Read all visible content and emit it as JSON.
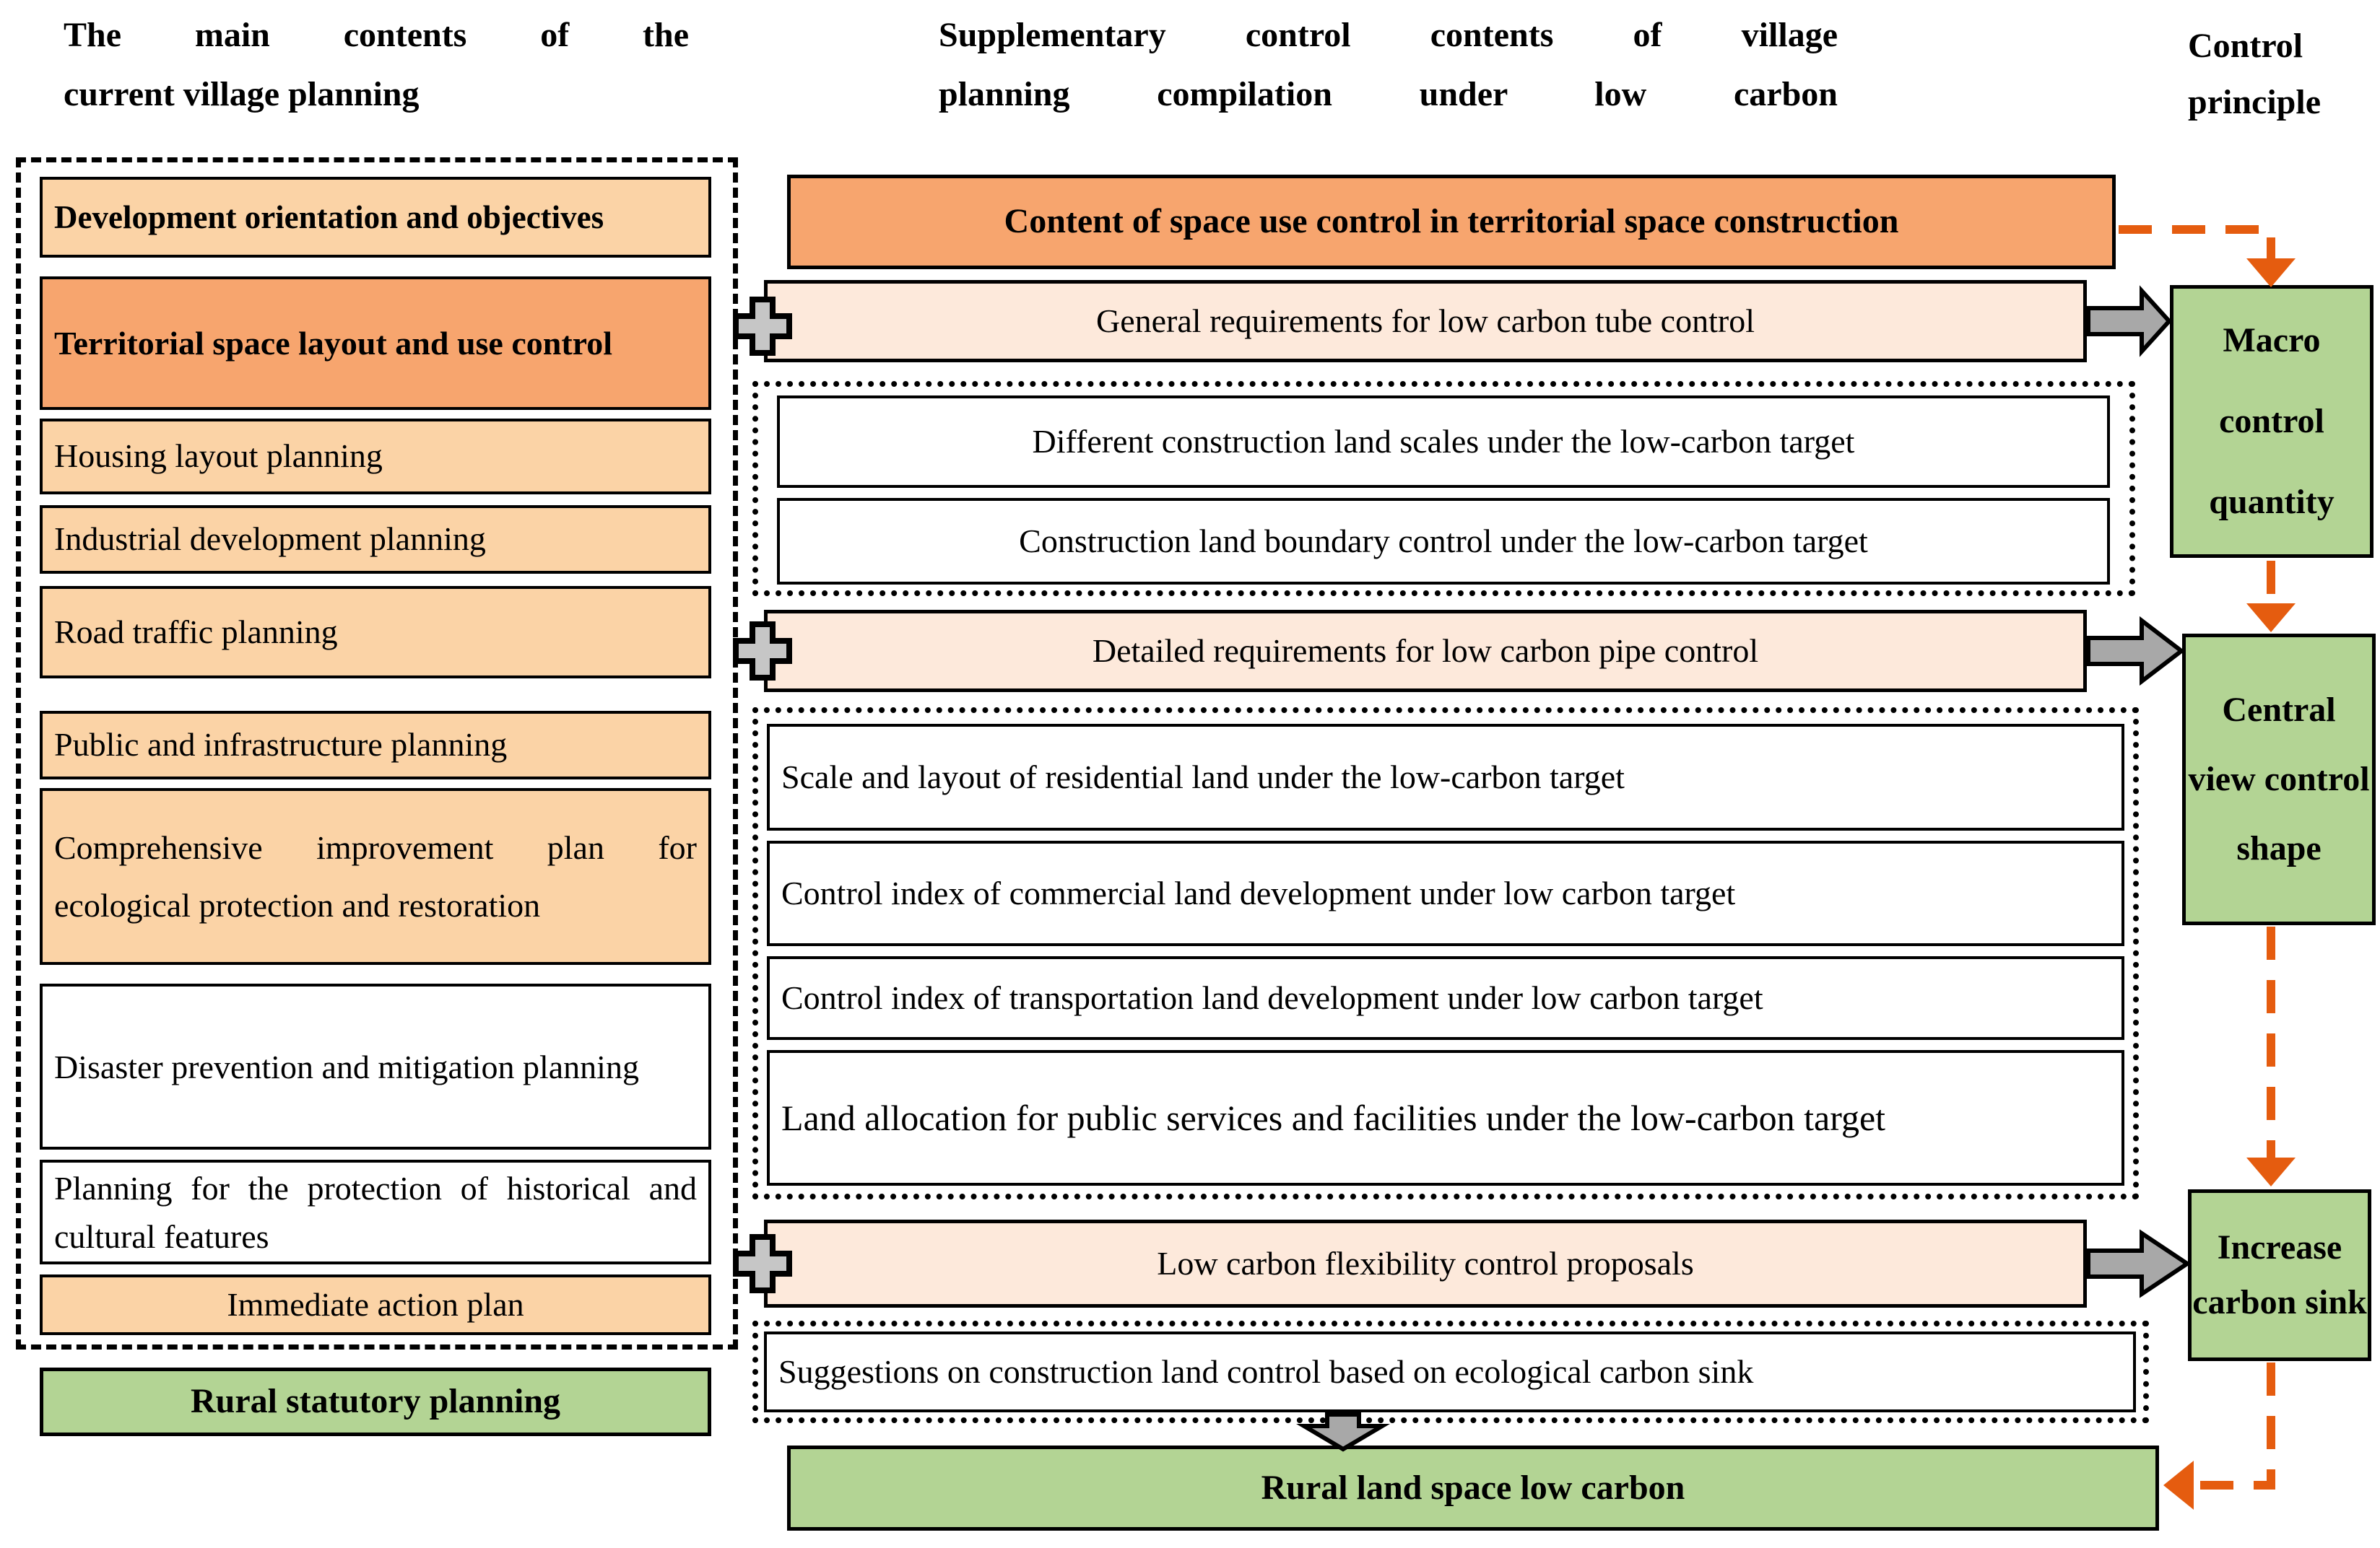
{
  "diagram": {
    "left_column": {
      "title_line1": "The main contents of the",
      "title_line2": "current village planning",
      "boxes": [
        {
          "label": "Development orientation and objectives"
        },
        {
          "label": "Territorial space layout and use control"
        },
        {
          "label": "Housing layout planning"
        },
        {
          "label": "Industrial development planning"
        },
        {
          "label": "Road traffic planning"
        },
        {
          "label": "Public and infrastructure planning"
        },
        {
          "label": "Comprehensive improvement plan for ecological protection and restoration"
        },
        {
          "label": "Disaster prevention and mitigation planning"
        },
        {
          "label": "Planning for the protection of historical and cultural features"
        },
        {
          "label": "Immediate action plan"
        }
      ],
      "footer": "Rural statutory planning"
    },
    "middle_column": {
      "title_line1": "Supplementary control contents of village",
      "title_line2": "planning compilation under low carbon",
      "header": "Content of space use control in territorial space construction",
      "sections": [
        {
          "header": "General requirements for low carbon tube control",
          "items": [
            "Different construction land scales under the low-carbon target",
            "Construction land boundary control under the low-carbon target"
          ]
        },
        {
          "header": "Detailed requirements for low carbon pipe control",
          "items": [
            "Scale and layout of residential land under the low-carbon target",
            "Control index of commercial land development under low carbon target",
            "Control index of transportation land development under low carbon target",
            "Land allocation for public services and facilities under the low-carbon target"
          ]
        },
        {
          "header": "Low carbon flexibility control proposals",
          "items": [
            "Suggestions on construction land control based on ecological carbon sink"
          ]
        }
      ],
      "footer": "Rural land space low carbon"
    },
    "right_column": {
      "title_line1": "Control",
      "title_line2": "principle",
      "principles": [
        "Macro control quantity",
        "Central view control shape",
        "Increase carbon sink"
      ]
    },
    "icons": {
      "plus_connector": "plus-icon",
      "solid_block_arrow": "block-arrow-icon",
      "dashed_flow_arrow": "dashed-arrow-icon"
    },
    "colors": {
      "strong_orange": "#F7A56E",
      "light_orange": "#FBD3A6",
      "cream": "#FDE9DB",
      "green": "#B3D494",
      "flow_orange": "#E55C0F",
      "arrow_gray": "#A8A8A8",
      "border": "#000000"
    }
  }
}
